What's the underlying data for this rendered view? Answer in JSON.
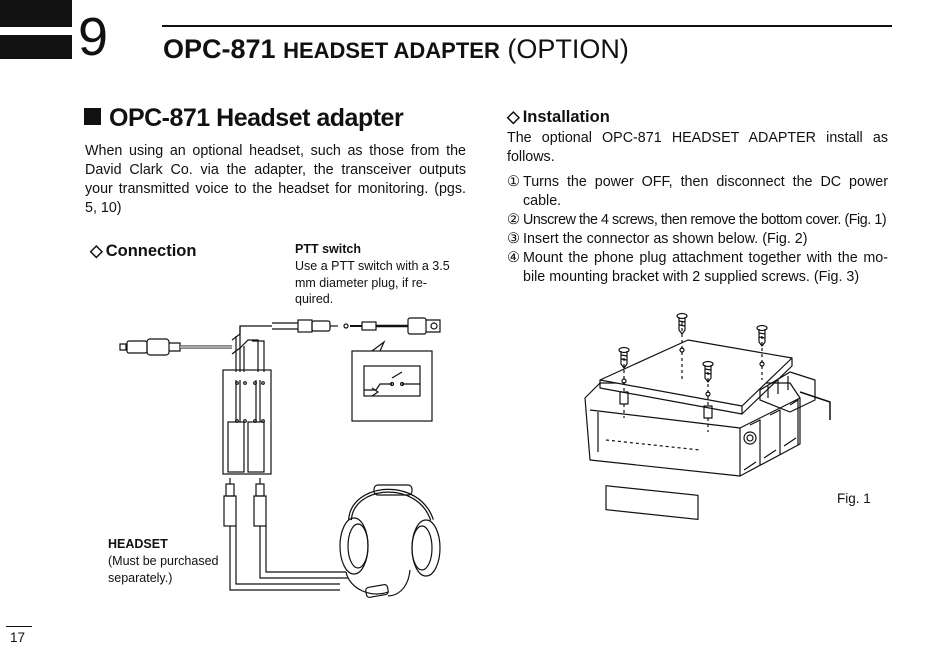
{
  "header": {
    "chapter_number": "9",
    "title_bold": "OPC-871",
    "title_small": "HEADSET ADAPTER",
    "title_light": "(OPTION)"
  },
  "section": {
    "title": "OPC-871 Headset adapter",
    "intro": "When using an optional headset, such as those from the David Clark Co. via the adapter, the transceiver outputs your transmitted voice to the headset for monitoring. (pgs. 5, 10)"
  },
  "connection": {
    "heading": "Connection",
    "ptt_title": "PTT switch",
    "ptt_desc": "Use a PTT switch with a 3.5 mm diameter plug, if re-quired.",
    "headset_title": "HEADSET",
    "headset_desc": "(Must be purchased separately.)"
  },
  "installation": {
    "heading": "Installation",
    "intro": "The optional OPC-871 HEADSET ADAPTER install as follows.",
    "steps": [
      {
        "num": "①",
        "text": "Turns the power OFF, then disconnect the DC power cable."
      },
      {
        "num": "②",
        "text": "Unscrew the 4 screws, then remove the bottom cover. (Fig. 1)"
      },
      {
        "num": "③",
        "text": "Insert the connector as shown below. (Fig. 2)"
      },
      {
        "num": "④",
        "text": "Mount the phone plug attachment together with the mo-bile mounting bracket with 2 supplied screws. (Fig. 3)"
      }
    ],
    "figure_caption": "Fig. 1"
  },
  "footer": {
    "page_number": "17"
  },
  "icons": {
    "heading_marker": "diamond-outline-icon",
    "section_marker": "filled-square-icon"
  }
}
